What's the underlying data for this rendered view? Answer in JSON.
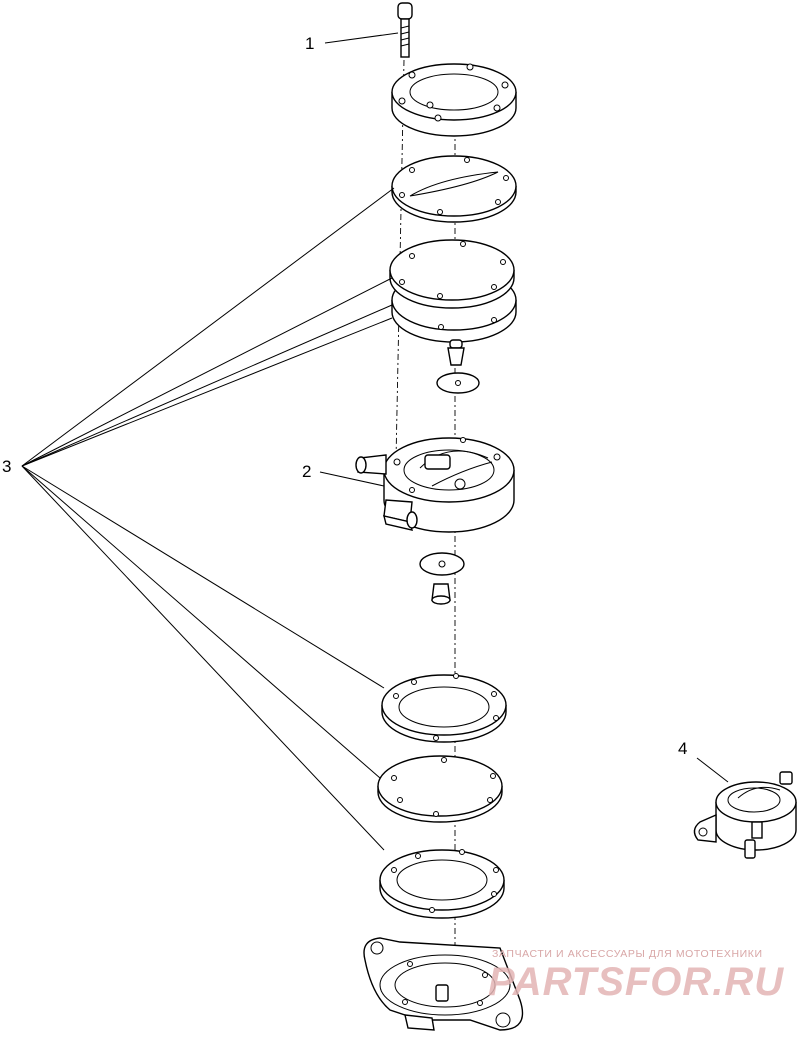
{
  "callouts": [
    {
      "id": "1",
      "label": "1"
    },
    {
      "id": "2",
      "label": "2"
    },
    {
      "id": "3",
      "label": "3"
    },
    {
      "id": "4",
      "label": "4"
    }
  ],
  "watermark": {
    "subtitle": "ЗАПЧАСТИ И АКСЕССУАРЫ ДЛЯ МОТОТЕХНИКИ",
    "brand": "PARTSFOR.RU"
  }
}
